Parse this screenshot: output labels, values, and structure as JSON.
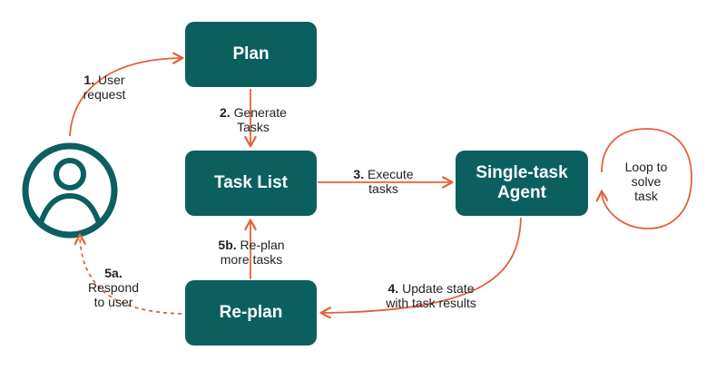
{
  "nodes": {
    "plan": "Plan",
    "task_list": "Task List",
    "agent_line1": "Single-task",
    "agent_line2": "Agent",
    "replan": "Re-plan"
  },
  "steps": {
    "s1": {
      "num": "1.",
      "line1": "User",
      "line2": "request"
    },
    "s2": {
      "num": "2.",
      "line1": "Generate",
      "line2": "Tasks"
    },
    "s3": {
      "num": "3.",
      "line1": "Execute",
      "line2": "tasks"
    },
    "s4": {
      "num": "4.",
      "line1": "Update state",
      "line2": "with task results"
    },
    "s5a": {
      "num": "5a.",
      "line1": "Respond",
      "line2": "to user"
    },
    "s5b": {
      "num": "5b.",
      "line1": "Re-plan",
      "line2": "more tasks"
    }
  },
  "loop": {
    "line1": "Loop to",
    "line2": "solve",
    "line3": "task"
  },
  "colors": {
    "node": "#0c5f5f",
    "arrow": "#e2623a",
    "user": "#0c5f5f"
  }
}
